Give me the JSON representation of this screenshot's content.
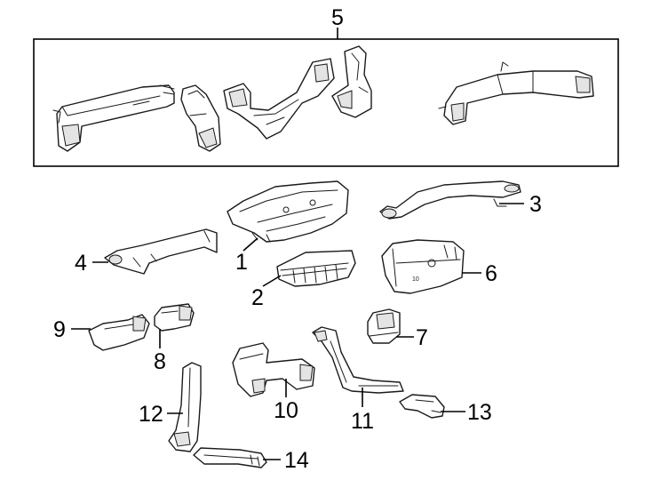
{
  "callouts": {
    "c1": "1",
    "c2": "2",
    "c3": "3",
    "c4": "4",
    "c5": "5",
    "c6": "6",
    "c7": "7",
    "c8": "8",
    "c9": "9",
    "c10": "10",
    "c11": "11",
    "c12": "12",
    "c13": "13",
    "c14": "14"
  },
  "part_markings": {
    "part6_stamp": "10"
  },
  "colors": {
    "line": "#1a1a1a",
    "background": "#ffffff",
    "shade": "#e4e4e4"
  }
}
